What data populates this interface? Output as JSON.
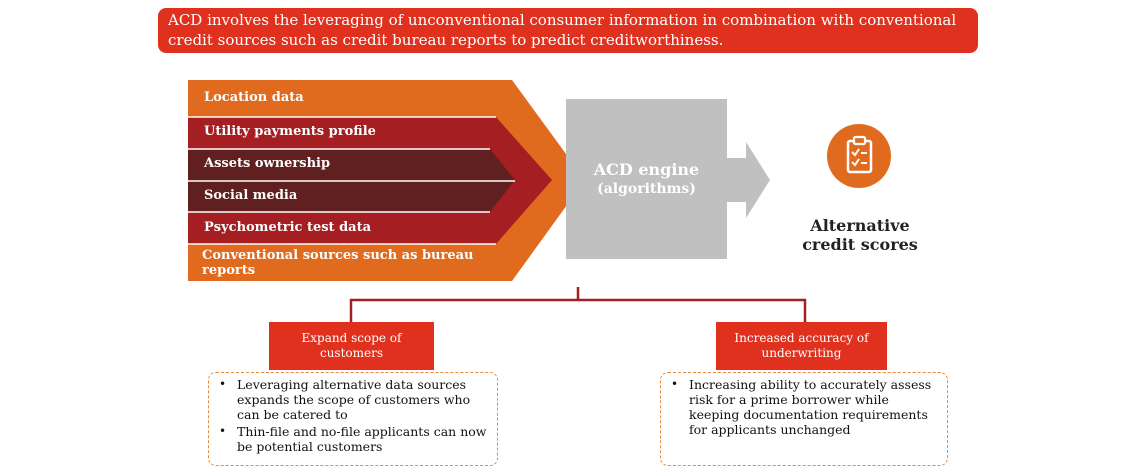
{
  "banner": {
    "text": "ACD involves the leveraging of unconventional consumer information in combination with conventional credit sources such as credit bureau reports to predict creditworthiness."
  },
  "sources": [
    {
      "label": "Location data",
      "color": "#e06b1f"
    },
    {
      "label": "Utility payments profile",
      "color": "#a41e22"
    },
    {
      "label": "Assets ownership",
      "color": "#602020"
    },
    {
      "label": "Social media",
      "color": "#602020"
    },
    {
      "label": "Psychometric test data",
      "color": "#a41e22"
    },
    {
      "label": "Conventional sources such as bureau reports",
      "color": "#e06b1f"
    }
  ],
  "engine": {
    "title": "ACD engine",
    "subtitle": "(algorithms)",
    "color": "#c0c0c0"
  },
  "result": {
    "icon": "clipboard-check-icon",
    "label": "Alternative credit scores",
    "color": "#e06b1f"
  },
  "outcomes": [
    {
      "title": "Expand scope of customers",
      "bullets": [
        "Leveraging alternative data sources expands the scope of customers who can be catered to",
        "Thin-file and no-file applicants can now be potential customers"
      ]
    },
    {
      "title": "Increased accuracy of underwriting",
      "bullets": [
        "Increasing ability to accurately assess risk for a prime borrower while keeping documentation requirements for applicants unchanged"
      ]
    }
  ],
  "colors": {
    "accent_red": "#e0301e",
    "orange": "#e06b1f",
    "dark_red": "#a41e22",
    "maroon": "#602020",
    "dashed_border": "#e8893a"
  }
}
